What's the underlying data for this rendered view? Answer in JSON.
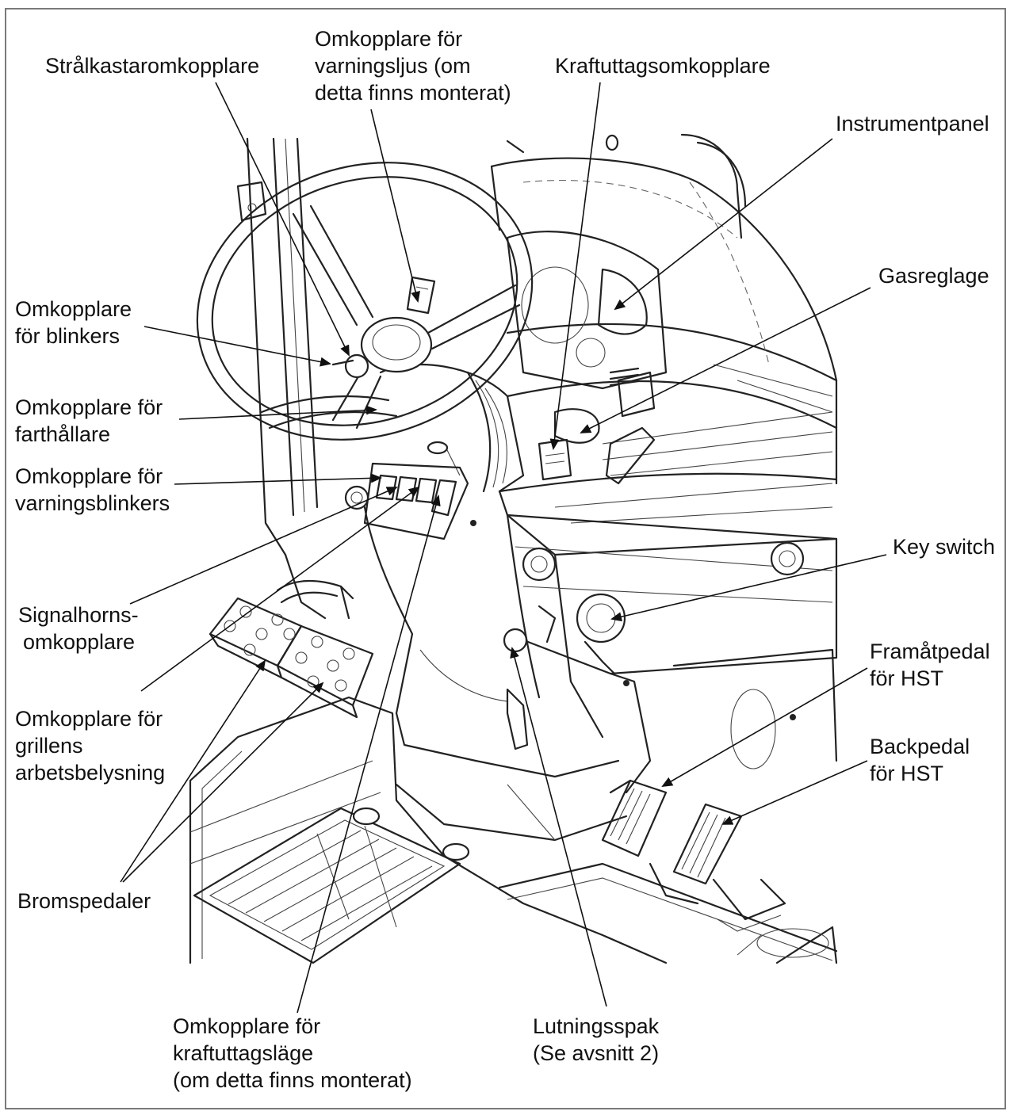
{
  "labels": {
    "stralkastar": [
      "Strålkastaromkopplare"
    ],
    "varningsljus": [
      "Omkopplare för",
      "varningsljus (om",
      "detta finns monterat)"
    ],
    "kraftuttag": [
      "Kraftuttagsomkopplare"
    ],
    "instrumentpanel": [
      "Instrumentpanel"
    ],
    "gasreglage": [
      "Gasreglage"
    ],
    "blinkers": [
      "Omkopplare",
      "för blinkers"
    ],
    "farthallare": [
      "Omkopplare för",
      "farthållare"
    ],
    "varningsblinkers": [
      "Omkopplare för",
      "varningsblinkers"
    ],
    "keyswitch": [
      "Key switch"
    ],
    "signalhorn": [
      "Signalhorns-",
      "omkopplare"
    ],
    "framatpedal": [
      "Framåtpedal",
      "för HST"
    ],
    "grillens": [
      "Omkopplare för",
      "grillens",
      "arbetsbelysning"
    ],
    "backpedal": [
      "Backpedal",
      "för HST"
    ],
    "bromspedaler": [
      "Bromspedaler"
    ],
    "kraftuttagslage": [
      "Omkopplare för",
      "kraftuttagsläge",
      "(om detta finns monterat)"
    ],
    "lutningsspak": [
      "Lutningsspak",
      "(Se avsnitt 2)"
    ]
  }
}
